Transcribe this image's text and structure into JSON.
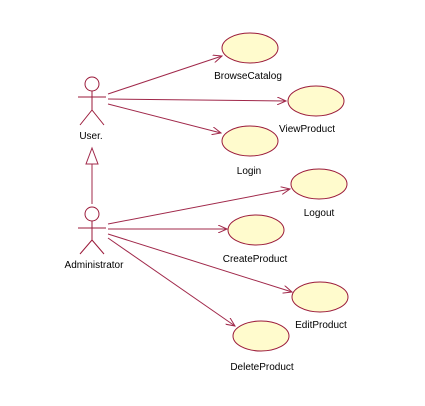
{
  "colors": {
    "line": "#a0284a",
    "usecase_fill": "#fffbcd",
    "usecase_stroke": "#9b1a3a"
  },
  "actors": {
    "user": {
      "label": "User."
    },
    "admin": {
      "label": "Administrator"
    }
  },
  "use_cases": {
    "browse_catalog": {
      "label": "BrowseCatalog"
    },
    "view_product": {
      "label": "ViewProduct"
    },
    "login": {
      "label": "Login"
    },
    "logout": {
      "label": "Logout"
    },
    "create_product": {
      "label": "CreateProduct"
    },
    "edit_product": {
      "label": "EditProduct"
    },
    "delete_product": {
      "label": "DeleteProduct"
    }
  }
}
